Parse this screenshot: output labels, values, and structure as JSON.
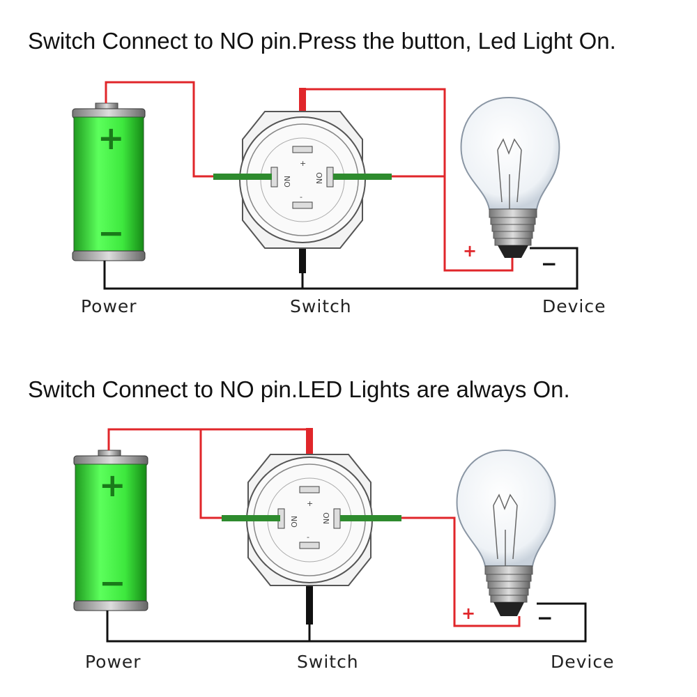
{
  "panels": [
    {
      "title": "Switch Connect to NO pin.Press the button, Led Light On.",
      "labels": {
        "power": "Power",
        "switch": "Switch",
        "device": "Device"
      }
    },
    {
      "title": "Switch Connect to NO pin.LED Lights are always On.",
      "labels": {
        "power": "Power",
        "switch": "Switch",
        "device": "Device"
      }
    }
  ],
  "symbols": {
    "battery_plus": "+",
    "battery_minus": "−",
    "pin_no": "NO",
    "pin_plus": "+",
    "pin_minus": "-",
    "bulb_plus": "+",
    "bulb_minus": "−"
  },
  "colors": {
    "wire_red": "#e0262a",
    "wire_black": "#111111",
    "wire_green": "#2e8b2e",
    "battery_green": "#3ee83e",
    "battery_dark": "#1a7a1a"
  }
}
